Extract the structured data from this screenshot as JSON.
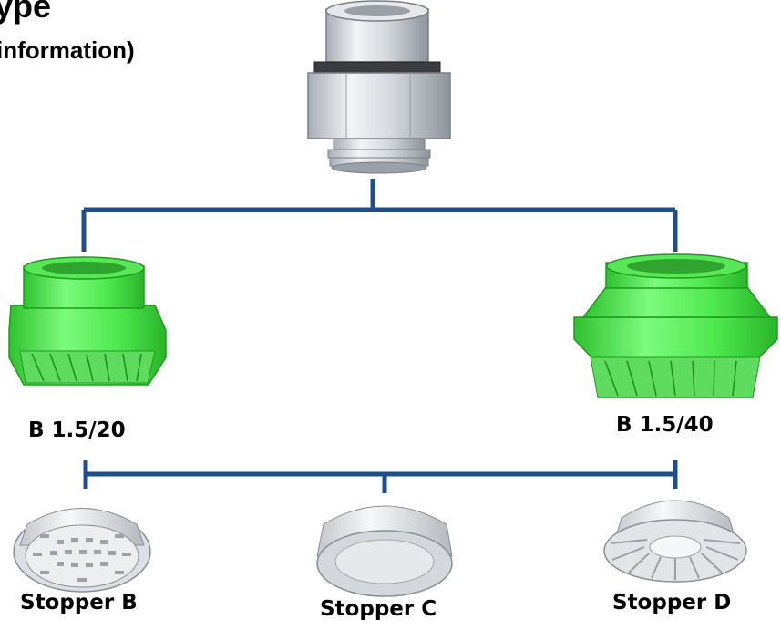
{
  "header": {
    "title": "ype",
    "subtitle": "information)"
  },
  "parts": {
    "cup_small": {
      "label": "B 1.5/20",
      "color": "#44e544"
    },
    "cup_large": {
      "label": "B 1.5/40",
      "color": "#44e544"
    },
    "stopper_b": {
      "label": "Stopper B"
    },
    "stopper_c": {
      "label": "Stopper C"
    },
    "stopper_d": {
      "label": "Stopper D"
    }
  },
  "colors": {
    "connector": "#1f4e8c",
    "metal": "#c8ccd2"
  }
}
